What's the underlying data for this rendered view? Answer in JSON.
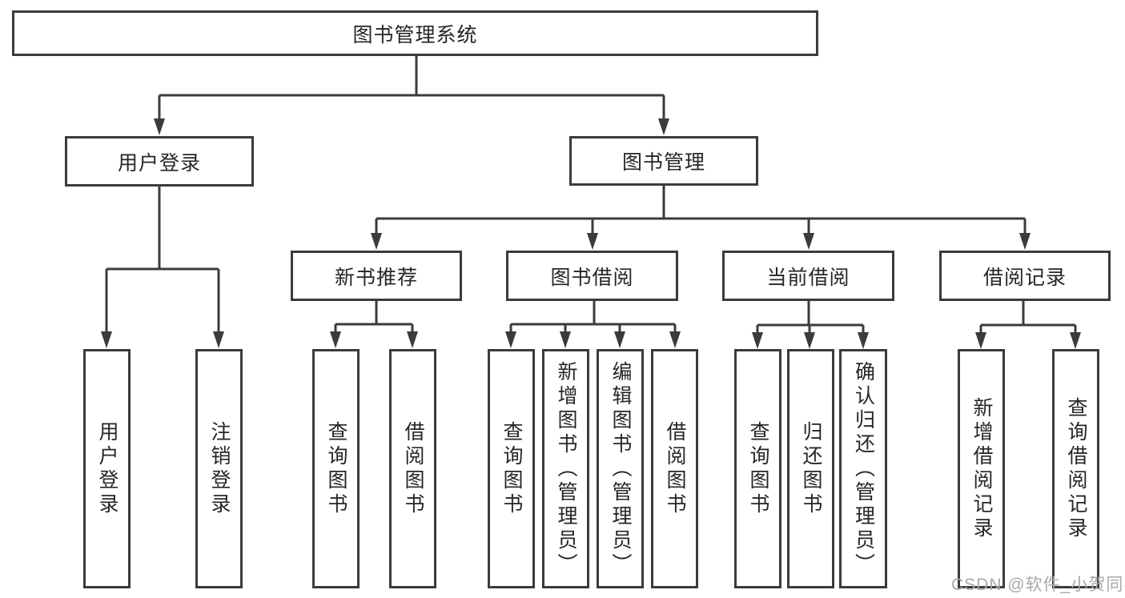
{
  "diagram": {
    "root": {
      "label": "图书管理系统"
    },
    "level2": [
      {
        "label": "用户登录"
      },
      {
        "label": "图书管理"
      }
    ],
    "level3": [
      {
        "label": "新书推荐"
      },
      {
        "label": "图书借阅"
      },
      {
        "label": "当前借阅"
      },
      {
        "label": "借阅记录"
      }
    ],
    "leaves": {
      "user_login": [
        "用户登录",
        "注销登录"
      ],
      "new_book": [
        "查询图书",
        "借阅图书"
      ],
      "book_borrow": [
        "查询图书",
        "新增图书（管理员）",
        "编辑图书（管理员）",
        "借阅图书"
      ],
      "current_borrow": [
        "查询图书",
        "归还图书",
        "确认归还（管理员）"
      ],
      "borrow_record": [
        "新增借阅记录",
        "查询借阅记录"
      ]
    }
  },
  "watermark": {
    "text": "CSDN @软件_小贺同学"
  },
  "colors": {
    "line": "#3b3b3b",
    "text": "#262626",
    "watermark": "#a9a9a9",
    "background": "#ffffff"
  }
}
